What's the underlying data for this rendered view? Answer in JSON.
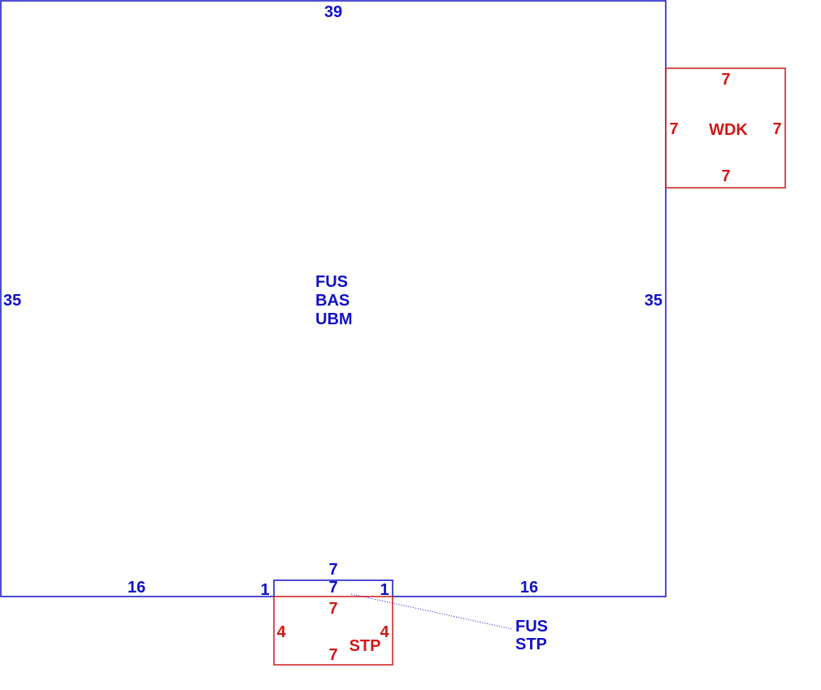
{
  "colors": {
    "main_structure": "#1010c8",
    "attached_structure": "#d01818",
    "background": "#ffffff"
  },
  "main_area": {
    "code_lines": [
      "FUS",
      "BAS",
      "UBM"
    ],
    "top_dimension": "39",
    "left_dimension": "35",
    "right_dimension": "35",
    "bottom_left_dimension": "16",
    "bottom_right_dimension": "16"
  },
  "wood_deck": {
    "code": "WDK",
    "top_dimension": "7",
    "bottom_dimension": "7",
    "left_dimension": "7",
    "right_dimension": "7"
  },
  "step_bump": {
    "top_dimension": "7",
    "inner_dimension": "7",
    "left_dimension": "1",
    "right_dimension": "1"
  },
  "stoop": {
    "code": "STP",
    "top_dimension": "7",
    "bottom_dimension": "7",
    "left_dimension": "4",
    "right_dimension": "4"
  },
  "callout": {
    "code_lines": [
      "FUS",
      "STP"
    ]
  }
}
